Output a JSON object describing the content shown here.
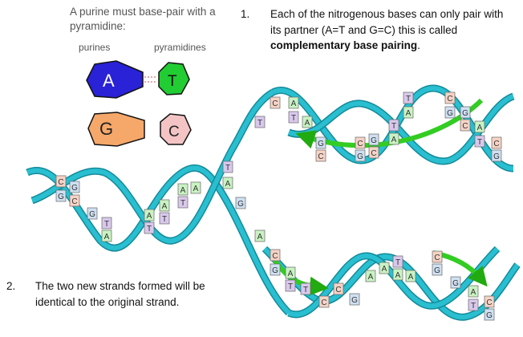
{
  "legend": {
    "title": "A purine must base-pair with a pyramidine:",
    "col_left": "purines",
    "col_right": "pyramidines",
    "pair1": {
      "purine": "A",
      "pyrimidine": "T",
      "purine_color": "#2a22d6",
      "pyrimidine_color": "#22cc33"
    },
    "pair2": {
      "purine": "G",
      "pyrimidine": "C",
      "purine_color": "#f5a86a",
      "pyrimidine_color": "#f4c4c4"
    }
  },
  "note1": {
    "number": "1.",
    "text_plain": "Each of the nitrogenous bases can only pair with its partner (A=T and G=C) this is called ",
    "text_bold": "complementary base pairing",
    "text_end": "."
  },
  "note2": {
    "number": "2.",
    "text": "The two new strands formed will be identical to the original strand."
  },
  "colors": {
    "backbone": "#29bfd0",
    "backbone_dark": "#138a99",
    "arrow": "#33cc22",
    "base_A": "#c9f2c2",
    "base_T": "#d9c8ec",
    "base_G": "#cfe0f2",
    "base_C": "#f6d3c6"
  }
}
